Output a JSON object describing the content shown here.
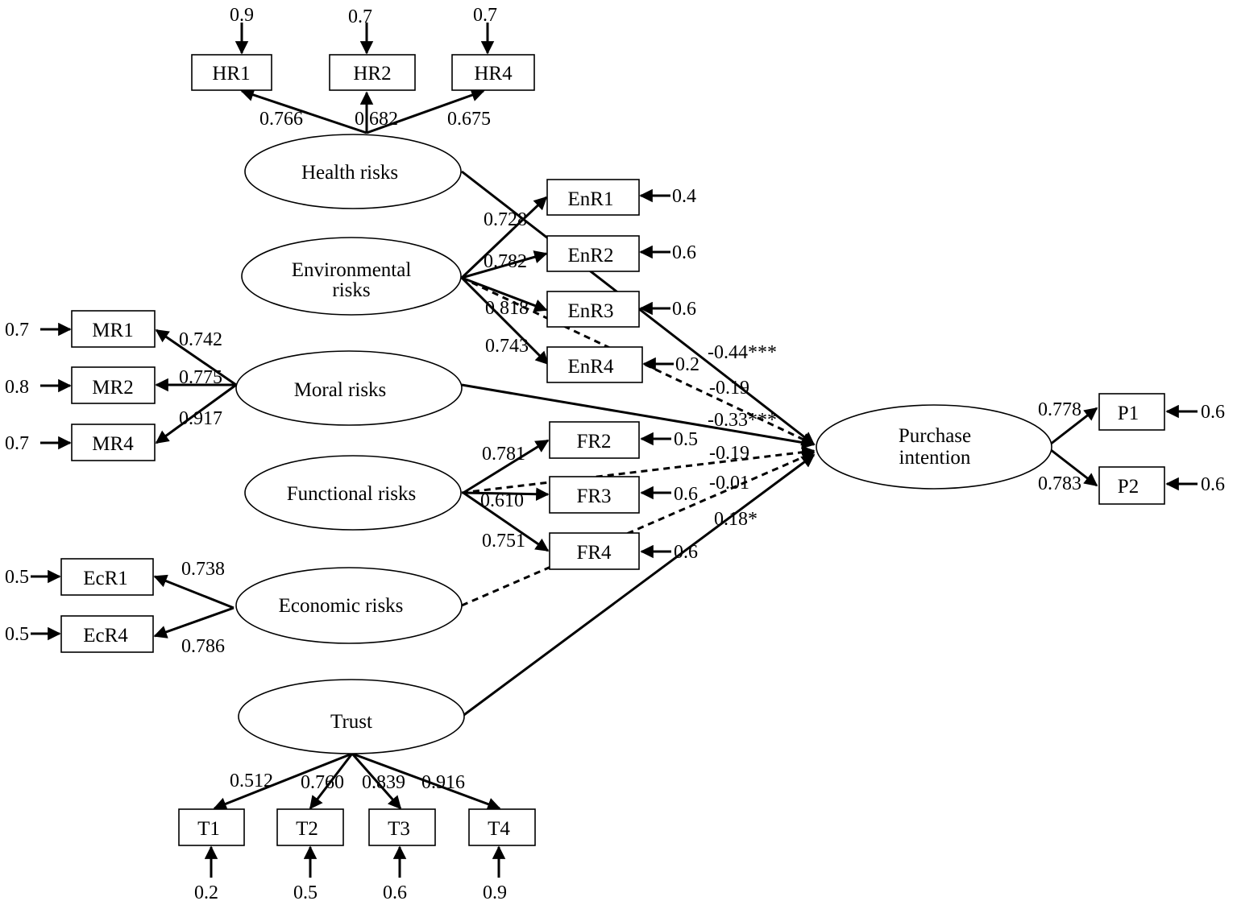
{
  "colors": {
    "ink": "#000000",
    "background": "#ffffff"
  },
  "constructs": {
    "health": "Health risks",
    "environmental_line1": "Environmental",
    "environmental_line2": "risks",
    "moral": "Moral risks",
    "functional": "Functional risks",
    "economic": "Economic risks",
    "trust": "Trust",
    "purchase_line1": "Purchase",
    "purchase_line2": "intention"
  },
  "health_indicators": [
    {
      "label": "HR1",
      "loading": "0.766",
      "error": "0.9"
    },
    {
      "label": "HR2",
      "loading": "0.682",
      "error": "0.7"
    },
    {
      "label": "HR4",
      "loading": "0.675",
      "error": "0.7"
    }
  ],
  "environmental_indicators": [
    {
      "label": "EnR1",
      "loading": "0.728",
      "error": "0.4"
    },
    {
      "label": "EnR2",
      "loading": "0.782",
      "error": "0.6"
    },
    {
      "label": "EnR3",
      "loading": "0.818",
      "error": "0.6"
    },
    {
      "label": "EnR4",
      "loading": "0.743",
      "error": "0.2"
    }
  ],
  "moral_indicators": [
    {
      "label": "MR1",
      "loading": "0.742",
      "error": "0.7"
    },
    {
      "label": "MR2",
      "loading": "0.775",
      "error": "0.8"
    },
    {
      "label": "MR4",
      "loading": "0.917",
      "error": "0.7"
    }
  ],
  "functional_indicators": [
    {
      "label": "FR2",
      "loading": "0.781",
      "error": "0.5"
    },
    {
      "label": "FR3",
      "loading": "0.610",
      "error": "0.6"
    },
    {
      "label": "FR4",
      "loading": "0.751",
      "error": "0.6"
    }
  ],
  "economic_indicators": [
    {
      "label": "EcR1",
      "loading": "0.738",
      "error": "0.5"
    },
    {
      "label": "EcR4",
      "loading": "0.786",
      "error": "0.5"
    }
  ],
  "trust_indicators": [
    {
      "label": "T1",
      "loading": "0.512",
      "error": "0.2"
    },
    {
      "label": "T2",
      "loading": "0.760",
      "error": "0.5"
    },
    {
      "label": "T3",
      "loading": "0.839",
      "error": "0.6"
    },
    {
      "label": "T4",
      "loading": "0.916",
      "error": "0.9"
    }
  ],
  "purchase_indicators": [
    {
      "label": "P1",
      "loading": "0.778",
      "error": "0.6"
    },
    {
      "label": "P2",
      "loading": "0.783",
      "error": "0.6"
    }
  ],
  "paths": [
    {
      "from": "Health risks",
      "coef": "-0.44***",
      "style": "solid"
    },
    {
      "from": "Environmental risks",
      "coef": "-0.19",
      "style": "dashed"
    },
    {
      "from": "Moral risks",
      "coef": "-0.33***",
      "style": "solid"
    },
    {
      "from": "Functional risks",
      "coef": "-0.19",
      "style": "dashed"
    },
    {
      "from": "Economic risks",
      "coef": "-0.01",
      "style": "dashed"
    },
    {
      "from": "Trust",
      "coef": "0.18*",
      "style": "solid"
    }
  ]
}
